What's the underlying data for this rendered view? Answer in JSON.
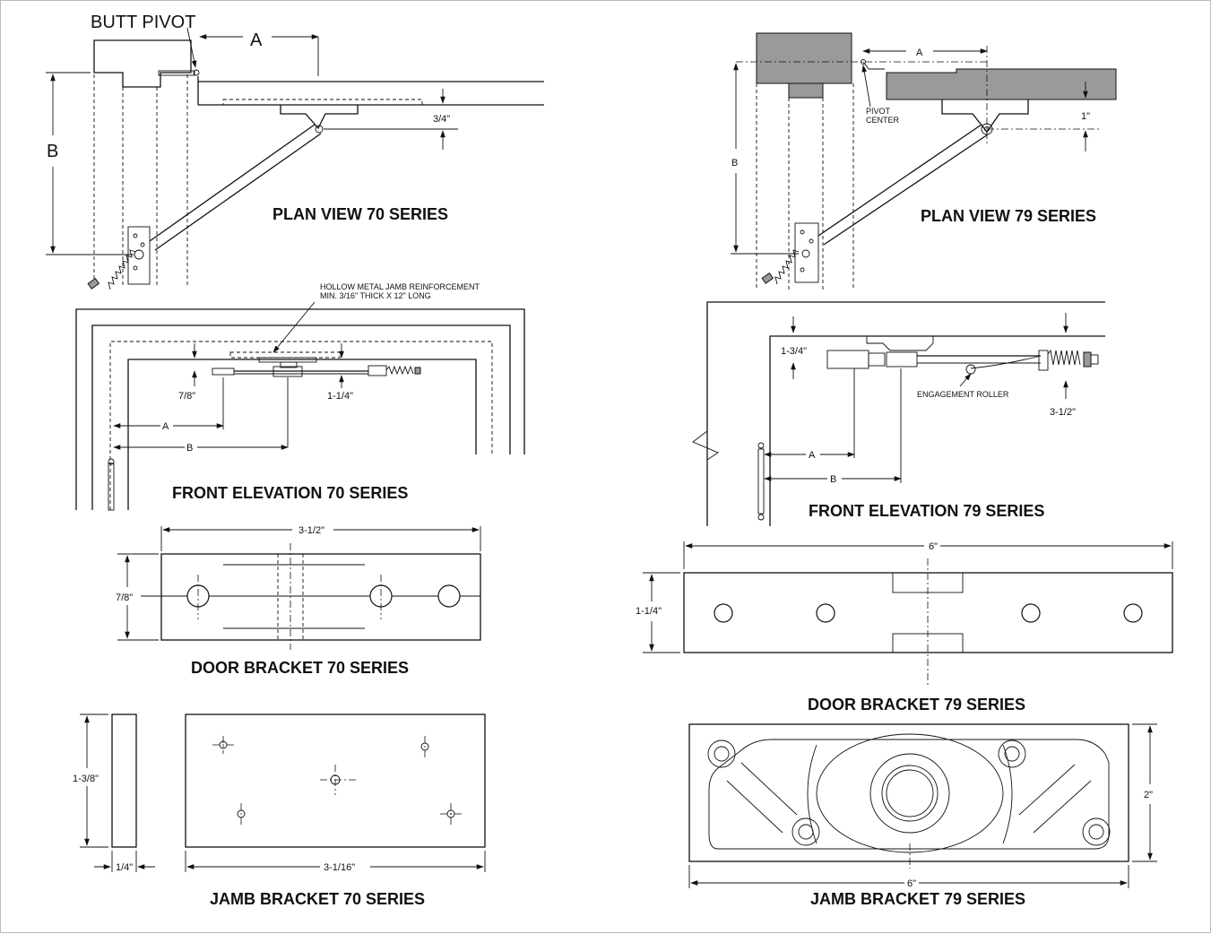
{
  "titles": {
    "plan70": "PLAN VIEW 70 SERIES",
    "plan79": "PLAN VIEW 79 SERIES",
    "front70": "FRONT ELEVATION 70 SERIES",
    "front79": "FRONT ELEVATION 79 SERIES",
    "door70": "DOOR BRACKET 70 SERIES",
    "door79": "DOOR BRACKET 79 SERIES",
    "jamb70": "JAMB BRACKET 70 SERIES",
    "jamb79": "JAMB BRACKET 79 SERIES"
  },
  "plan70": {
    "butt_pivot": "BUTT PIVOT",
    "dim_a": "A",
    "dim_b": "B",
    "dim_offset": "3/4\""
  },
  "plan79": {
    "dim_a": "A",
    "dim_b": "B",
    "pivot": "PIVOT",
    "center": "CENTER",
    "dim_offset": "1\""
  },
  "front70": {
    "note_line1": "HOLLOW METAL JAMB REINFORCEMENT",
    "note_line2": "MIN. 3/16\" THICK X 12\" LONG",
    "dim_left": "7/8\"",
    "dim_right": "1-1/4\"",
    "dim_a": "A",
    "dim_b": "B"
  },
  "front79": {
    "dim_left": "1-3/4\"",
    "roller": "ENGAGEMENT ROLLER",
    "dim_right": "3-1/2\"",
    "dim_a": "A",
    "dim_b": "B"
  },
  "door70": {
    "width": "3-1/2\"",
    "height": "7/8\""
  },
  "door79": {
    "width": "6\"",
    "height": "1-1/4\""
  },
  "jamb70": {
    "height": "1-3/8\"",
    "thickness": "1/4\"",
    "width": "3-1/16\""
  },
  "jamb79": {
    "height": "2\"",
    "width": "6\""
  }
}
